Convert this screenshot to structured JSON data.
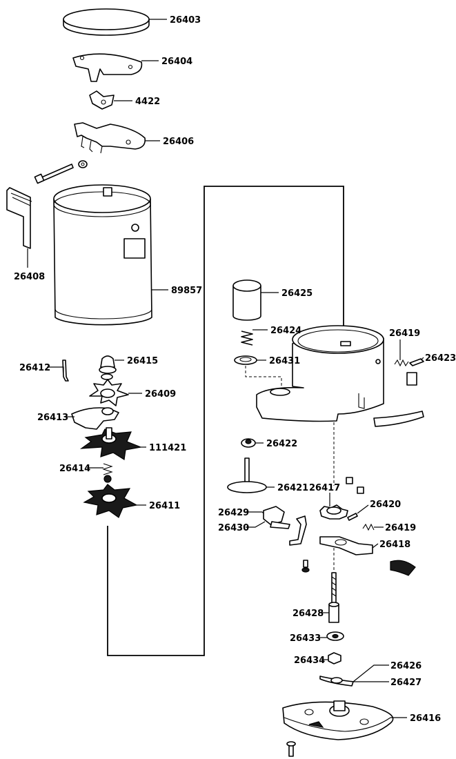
{
  "labels": {
    "p26403": "26403",
    "p26404": "26404",
    "p4422": "4422",
    "p26406": "26406",
    "p26408": "26408",
    "p89857": "89857",
    "p26412": "26412",
    "p26415": "26415",
    "p26409": "26409",
    "p26413": "26413",
    "p111421": "111421",
    "p26414": "26414",
    "p26411": "26411",
    "p26425": "26425",
    "p26424": "26424",
    "p26431": "26431",
    "p26419a": "26419",
    "p26423": "26423",
    "p26422": "26422",
    "p26421": "26421",
    "p26417": "26417",
    "p26420": "26420",
    "p26419b": "26419",
    "p26429": "26429",
    "p26430": "26430",
    "p26418": "26418",
    "p26428": "26428",
    "p26433": "26433",
    "p26434": "26434",
    "p26426": "26426",
    "p26427": "26427",
    "p26416": "26416"
  }
}
